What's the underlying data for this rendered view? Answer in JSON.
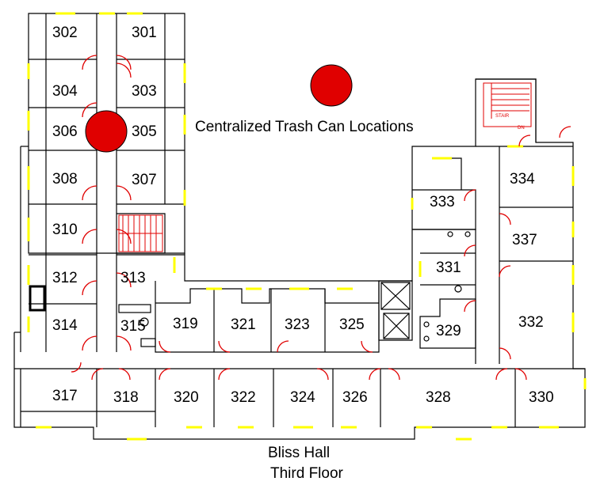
{
  "legend": {
    "label": "Centralized Trash Can Locations",
    "marker_color": "#e00000"
  },
  "trash_cans": [
    {
      "location": "legend"
    },
    {
      "location": "corridor-306"
    }
  ],
  "stair_labels": {
    "stair": "STAIR",
    "dn": "DN"
  },
  "rooms": [
    {
      "id": "302",
      "label": "302"
    },
    {
      "id": "301",
      "label": "301"
    },
    {
      "id": "304",
      "label": "304"
    },
    {
      "id": "303",
      "label": "303"
    },
    {
      "id": "306",
      "label": "306"
    },
    {
      "id": "305",
      "label": "305"
    },
    {
      "id": "308",
      "label": "308"
    },
    {
      "id": "307",
      "label": "307"
    },
    {
      "id": "310",
      "label": "310"
    },
    {
      "id": "312",
      "label": "312"
    },
    {
      "id": "313",
      "label": "313"
    },
    {
      "id": "314",
      "label": "314"
    },
    {
      "id": "315",
      "label": "315"
    },
    {
      "id": "319",
      "label": "319"
    },
    {
      "id": "321",
      "label": "321"
    },
    {
      "id": "323",
      "label": "323"
    },
    {
      "id": "325",
      "label": "325"
    },
    {
      "id": "317",
      "label": "317"
    },
    {
      "id": "318",
      "label": "318"
    },
    {
      "id": "320",
      "label": "320"
    },
    {
      "id": "322",
      "label": "322"
    },
    {
      "id": "324",
      "label": "324"
    },
    {
      "id": "326",
      "label": "326"
    },
    {
      "id": "328",
      "label": "328"
    },
    {
      "id": "330",
      "label": "330"
    },
    {
      "id": "333",
      "label": "333"
    },
    {
      "id": "334",
      "label": "334"
    },
    {
      "id": "337",
      "label": "337"
    },
    {
      "id": "331",
      "label": "331"
    },
    {
      "id": "329",
      "label": "329"
    },
    {
      "id": "332",
      "label": "332"
    }
  ],
  "building": {
    "name": "Bliss Hall",
    "floor": "Third Floor"
  },
  "colors": {
    "door": "#e00000",
    "window": "#ffff00",
    "wall": "#000000"
  }
}
